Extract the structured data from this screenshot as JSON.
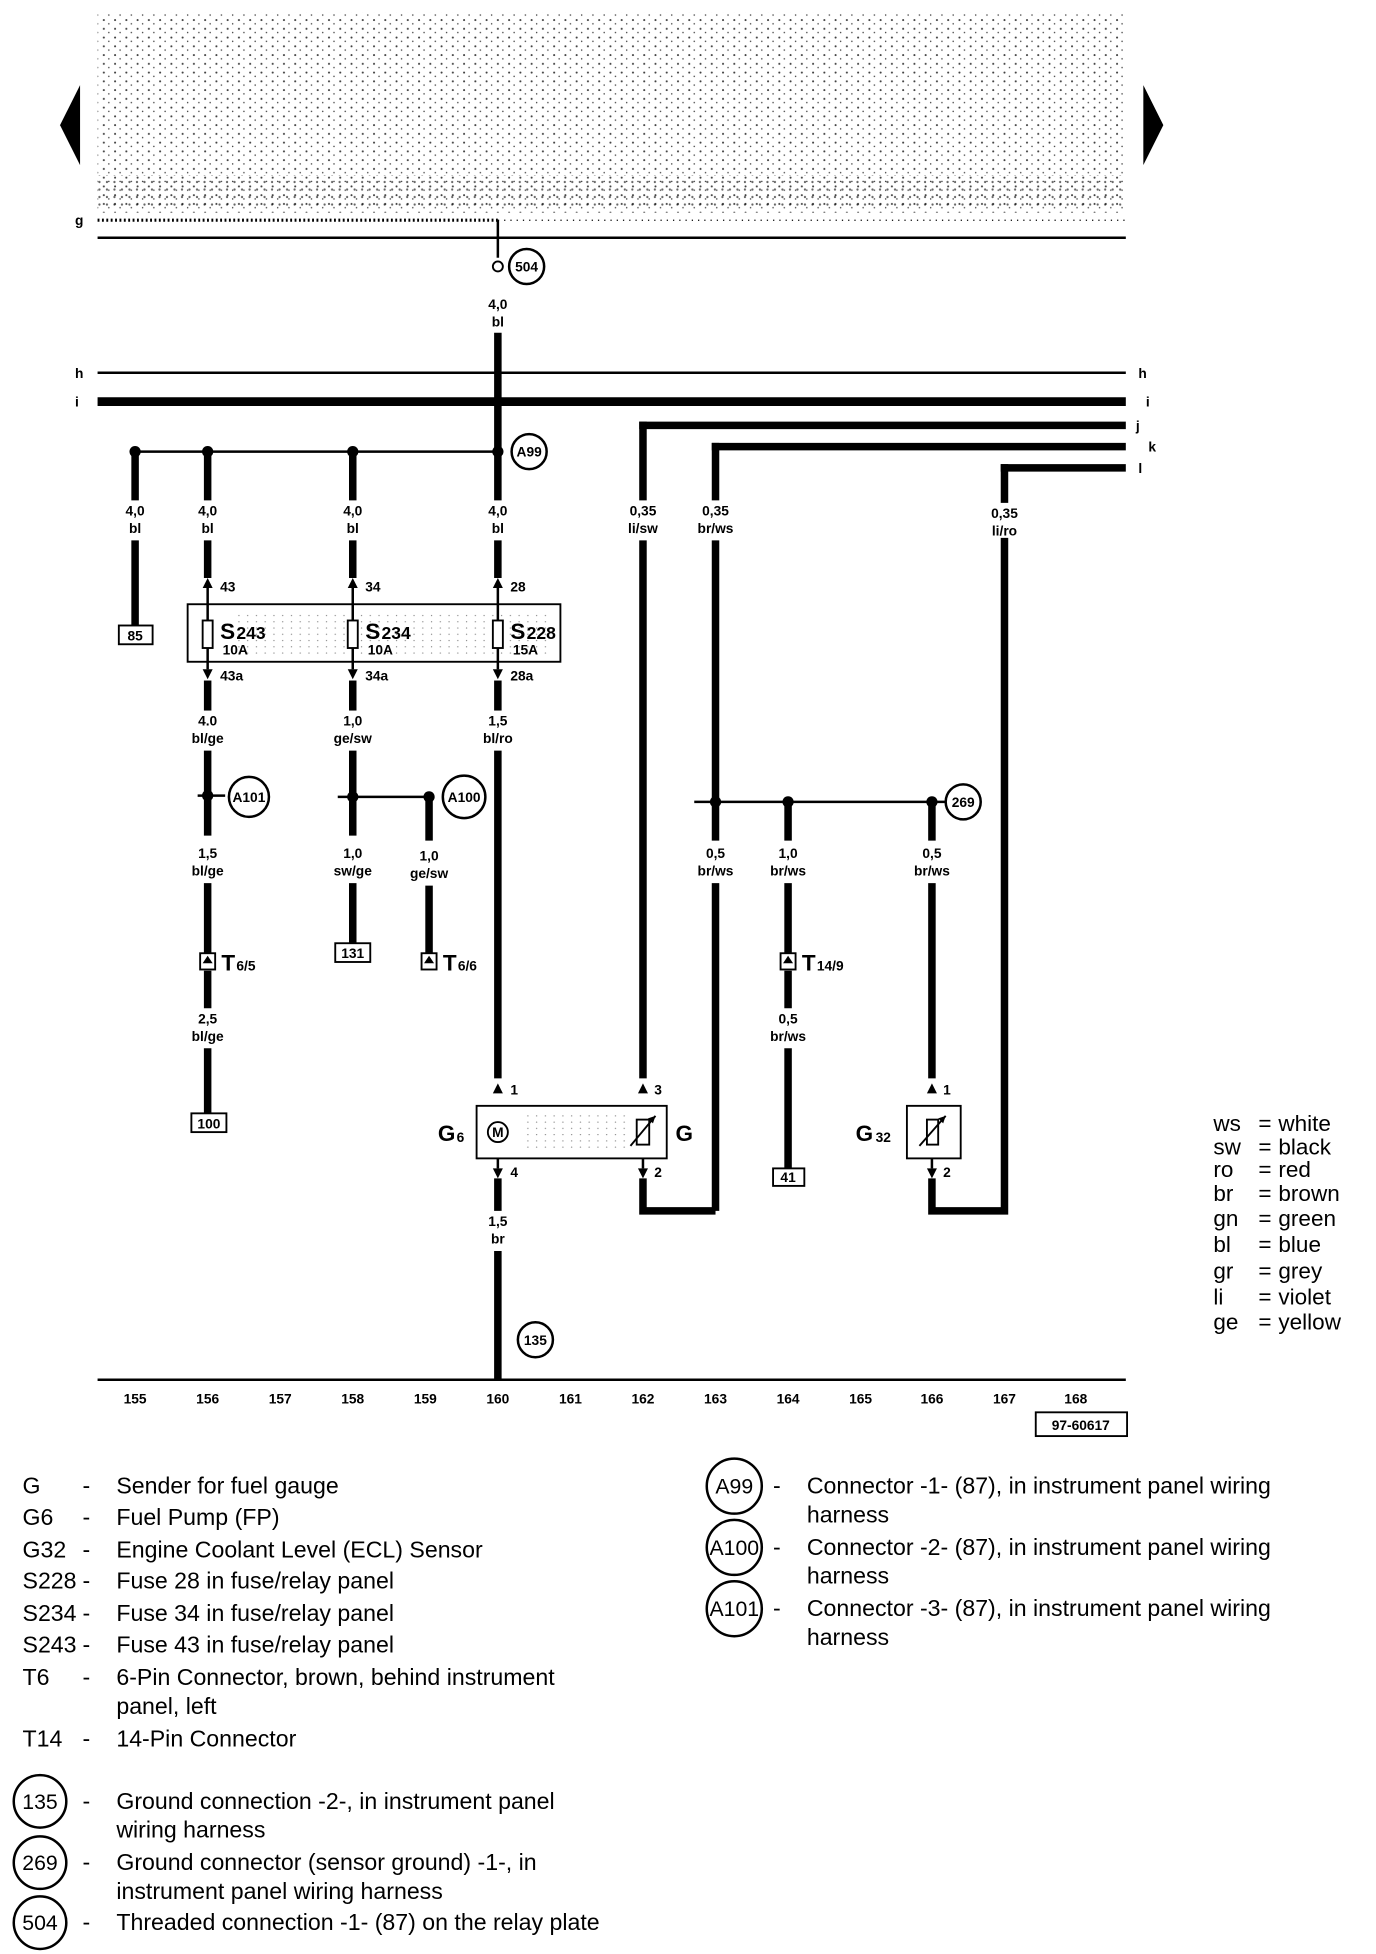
{
  "lines": {
    "g": "g",
    "h": "h",
    "i": "i",
    "j": "j",
    "k": "k",
    "l": "l"
  },
  "connectors": {
    "c504": "504",
    "a99": "A99",
    "a101": "A101",
    "a100": "A100",
    "c269": "269",
    "c135": "135"
  },
  "wires": {
    "w398_top": [
      "4,0",
      "bl"
    ],
    "w108": [
      "4,0",
      "bl"
    ],
    "w166": [
      "4,0",
      "bl"
    ],
    "w282": [
      "4,0",
      "bl"
    ],
    "w398": [
      "4,0",
      "bl"
    ],
    "w514": [
      "0,35",
      "li/sw"
    ],
    "w572": [
      "0,35",
      "br/ws"
    ],
    "w803": [
      "0,35",
      "li/ro"
    ],
    "w166b": [
      "4.0",
      "bl/ge"
    ],
    "w282b": [
      "1,0",
      "ge/sw"
    ],
    "w398b": [
      "1,5",
      "bl/ro"
    ],
    "w166c": [
      "1,5",
      "bl/ge"
    ],
    "w282c": [
      "1,0",
      "sw/ge"
    ],
    "w343": [
      "1,0",
      "ge/sw"
    ],
    "w572b": [
      "0,5",
      "br/ws"
    ],
    "w630": [
      "1,0",
      "br/ws"
    ],
    "w745": [
      "0,5",
      "br/ws"
    ],
    "w166d": [
      "2,5",
      "bl/ge"
    ],
    "w630b": [
      "0,5",
      "br/ws"
    ],
    "w398c": [
      "1,5",
      "br"
    ]
  },
  "fuses": [
    {
      "name": "S",
      "sub": "243",
      "amp": "10A",
      "pin_in": "43",
      "pin_out": "43a"
    },
    {
      "name": "S",
      "sub": "234",
      "amp": "10A",
      "pin_in": "34",
      "pin_out": "34a"
    },
    {
      "name": "S",
      "sub": "228",
      "amp": "15A",
      "pin_in": "28",
      "pin_out": "28a"
    }
  ],
  "refs": {
    "r85": "85",
    "r131": "131",
    "r100": "100",
    "r41": "41"
  },
  "connT": {
    "t65": "T",
    "t65s": "6/5",
    "t66": "T",
    "t66s": "6/6",
    "t149": "T",
    "t149s": "14/9"
  },
  "components": {
    "g6": "G",
    "g6s": "6",
    "g": "G",
    "g32": "G",
    "g32s": "32",
    "pin1": "1",
    "pin4": "4",
    "pin3": "3",
    "pin2": "2",
    "g32p1": "1",
    "g32p2": "2",
    "motor": "M"
  },
  "tracks": [
    "155",
    "156",
    "157",
    "158",
    "159",
    "160",
    "161",
    "162",
    "163",
    "164",
    "165",
    "166",
    "167",
    "168"
  ],
  "drawing_code": "97-60617",
  "color_key": [
    {
      "abbr": "ws",
      "name": "white"
    },
    {
      "abbr": "sw",
      "name": "black"
    },
    {
      "abbr": "ro",
      "name": "red"
    },
    {
      "abbr": "br",
      "name": "brown"
    },
    {
      "abbr": "gn",
      "name": "green"
    },
    {
      "abbr": "bl",
      "name": "blue"
    },
    {
      "abbr": "gr",
      "name": "grey"
    },
    {
      "abbr": "li",
      "name": "violet"
    },
    {
      "abbr": "ge",
      "name": "yellow"
    }
  ],
  "legend_left": [
    {
      "code": "G",
      "text": [
        "Sender for fuel gauge"
      ]
    },
    {
      "code": "G6",
      "text": [
        "Fuel Pump (FP)"
      ]
    },
    {
      "code": "G32",
      "text": [
        "Engine Coolant Level (ECL) Sensor"
      ]
    },
    {
      "code": "S228",
      "text": [
        "Fuse 28 in fuse/relay panel"
      ]
    },
    {
      "code": "S234",
      "text": [
        "Fuse 34 in fuse/relay panel"
      ]
    },
    {
      "code": "S243",
      "text": [
        "Fuse 43 in fuse/relay panel"
      ]
    },
    {
      "code": "T6",
      "text": [
        "6-Pin Connector, brown, behind instrument",
        "panel, left"
      ]
    },
    {
      "code": "T14",
      "text": [
        "14-Pin Connector"
      ]
    }
  ],
  "legend_circles_left": [
    {
      "code": "135",
      "text": [
        "Ground connection -2-, in instrument panel",
        "wiring harness"
      ]
    },
    {
      "code": "269",
      "text": [
        "Ground connector (sensor ground) -1-, in",
        "instrument panel wiring harness"
      ]
    },
    {
      "code": "504",
      "text": [
        "Threaded connection -1- (87) on the relay plate"
      ]
    }
  ],
  "legend_circles_right": [
    {
      "code": "A99",
      "text": [
        "Connector -1- (87), in instrument panel wiring",
        "harness"
      ]
    },
    {
      "code": "A100",
      "text": [
        "Connector -2- (87), in instrument panel wiring",
        "harness"
      ]
    },
    {
      "code": "A101",
      "text": [
        "Connector -3- (87), in instrument panel wiring",
        "harness"
      ]
    }
  ],
  "dash": "-"
}
